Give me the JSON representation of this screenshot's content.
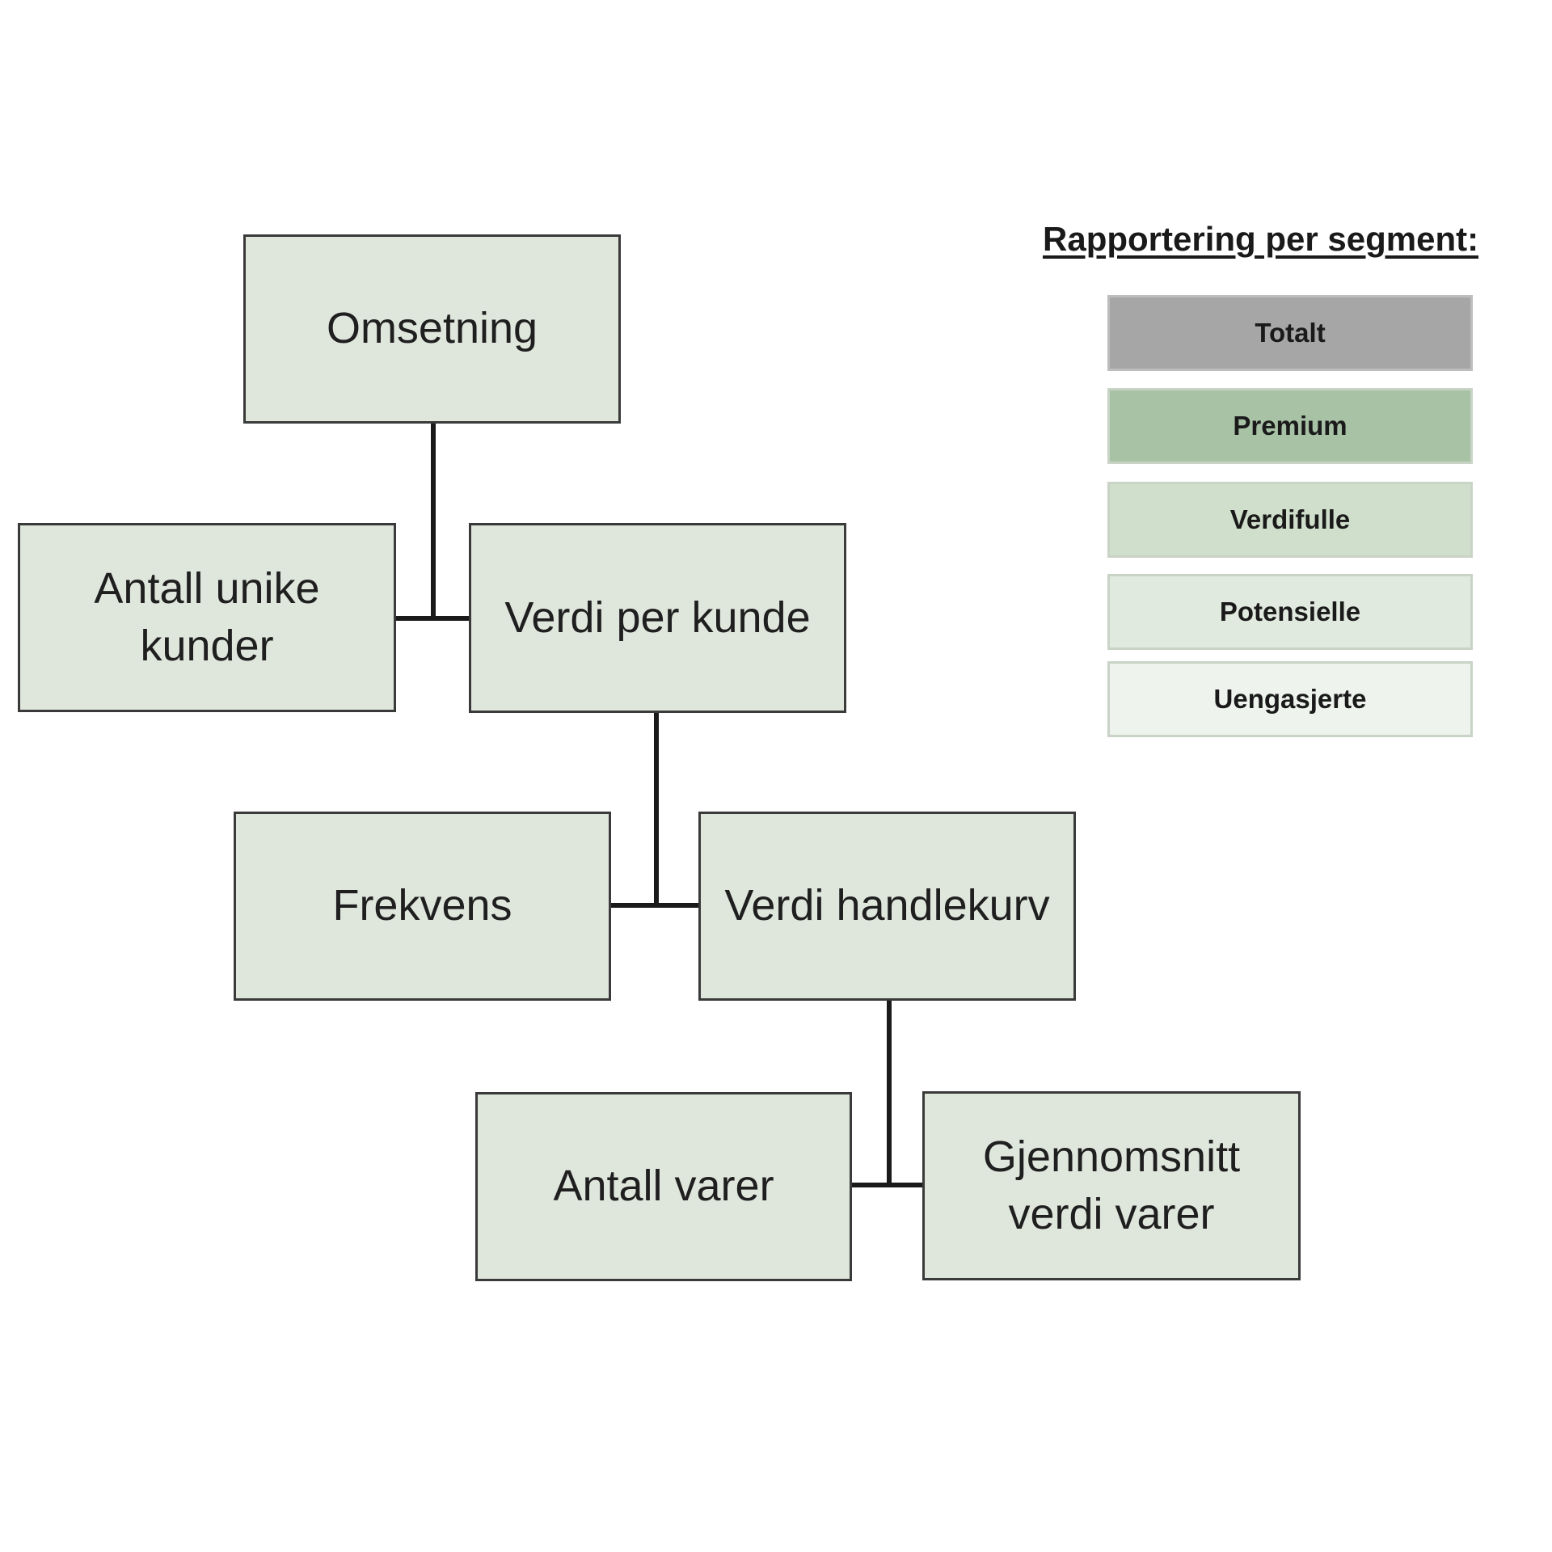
{
  "diagram": {
    "nodes": {
      "omsetning": "Omsetning",
      "antall_unike_kunder": "Antall unike kunder",
      "verdi_per_kunde": "Verdi per kunde",
      "frekvens": "Frekvens",
      "verdi_handlekurv": "Verdi handlekurv",
      "antall_varer": "Antall varer",
      "gjennomsnitt_verdi_varer": "Gjennomsnitt verdi varer"
    },
    "edges": [
      {
        "from": "Omsetning",
        "to": [
          "Antall unike kunder",
          "Verdi per kunde"
        ]
      },
      {
        "from": "Verdi per kunde",
        "to": [
          "Frekvens",
          "Verdi handlekurv"
        ]
      },
      {
        "from": "Verdi handlekurv",
        "to": [
          "Antall varer",
          "Gjennomsnitt verdi varer"
        ]
      }
    ],
    "node_fill": "#dfe7dd"
  },
  "legend": {
    "title": "Rapportering per segment:",
    "items": [
      {
        "label": "Totalt",
        "color": "#a6a6a6"
      },
      {
        "label": "Premium",
        "color": "#a8c2a6"
      },
      {
        "label": "Verdifulle",
        "color": "#cfdfcb"
      },
      {
        "label": "Potensielle",
        "color": "#e1eadf"
      },
      {
        "label": "Uengasjerte",
        "color": "#eef3ed"
      }
    ]
  }
}
